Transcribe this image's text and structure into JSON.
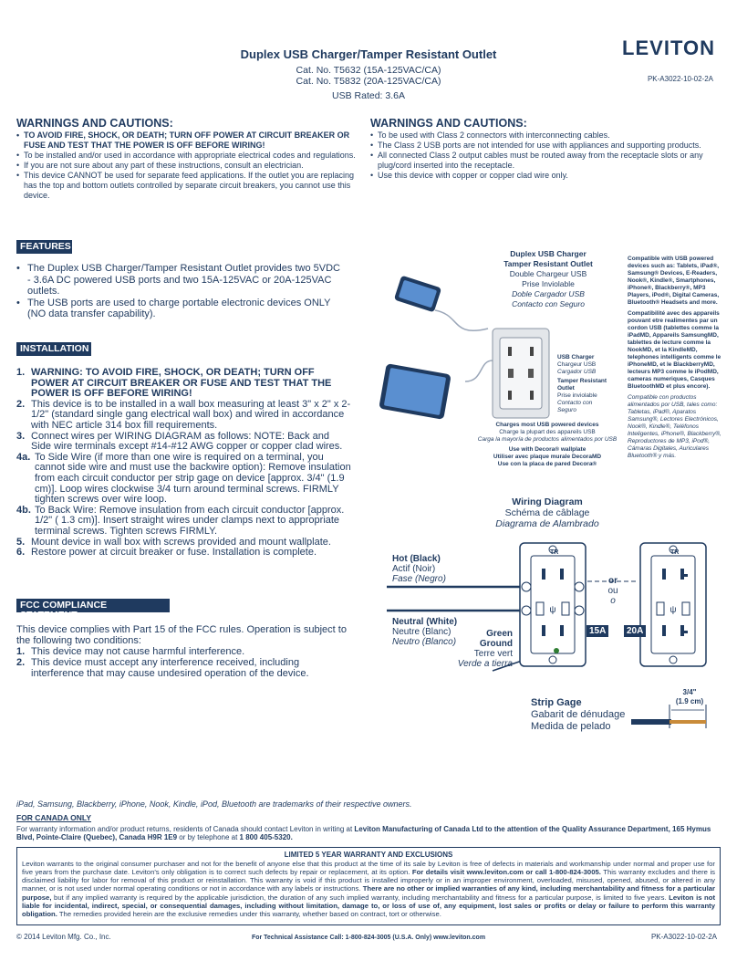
{
  "header": {
    "title": "Duplex USB Charger/Tamper Resistant Outlet",
    "cat1": "Cat. No. T5632 (15A-125VAC/CA)",
    "cat2": "Cat. No. T5832 (20A-125VAC/CA)",
    "usb_rated": "USB Rated: 3.6A",
    "logo": "LEVITON",
    "doc_code": "PK-A3022-10-02-2A"
  },
  "warnings_left": {
    "heading": "WARNINGS AND CAUTIONS",
    "items": [
      "TO AVOID FIRE, SHOCK, OR DEATH; TURN OFF POWER AT CIRCUIT BREAKER OR FUSE AND TEST THAT THE POWER IS OFF BEFORE WIRING!",
      "To be installed and/or used in accordance with appropriate electrical codes and regulations.",
      "If you are not sure about any part of these instructions, consult an electrician.",
      "This device CANNOT be used for separate feed applications. If the outlet you are replacing has the top and bottom outlets controlled by separate circuit breakers, you cannot use this device."
    ]
  },
  "warnings_right": {
    "heading": "WARNINGS AND CAUTIONS",
    "items": [
      "To be used with Class 2 connectors with interconnecting cables.",
      "The Class 2 USB ports are not intended for use with appliances and supporting products.",
      "All connected Class 2 output cables must be routed away from the receptacle slots or any plug/cord inserted into the receptacle.",
      "Use this device with copper or copper clad wire only."
    ]
  },
  "features": {
    "heading": "FEATURES",
    "items": [
      "The Duplex USB Charger/Tamper Resistant Outlet provides two 5VDC - 3.6A DC powered USB ports and two 15A-125VAC or 20A-125VAC outlets.",
      "The USB ports are used to charge portable electronic devices ONLY (NO data transfer capability)."
    ]
  },
  "installation": {
    "heading": "INSTALLATION",
    "steps": [
      {
        "n": "1.",
        "text": "WARNING: TO AVOID FIRE, SHOCK, OR DEATH; TURN OFF POWER AT CIRCUIT BREAKER OR FUSE AND TEST THAT THE POWER IS OFF BEFORE WIRING!"
      },
      {
        "n": "2.",
        "text": "This device is to be installed in a wall box measuring at least 3\" x 2\" x 2-1/2\" (standard single gang electrical wall box) and wired in accordance with NEC article 314 box fill requirements."
      },
      {
        "n": "3.",
        "text": "Connect wires per WIRING DIAGRAM as follows: NOTE: Back and Side wire terminals except #14-#12 AWG copper or copper clad wires."
      },
      {
        "n": "4a.",
        "text": "To Side Wire (if more than one wire is required on a terminal, you cannot side wire and must use the backwire option): Remove insulation from each circuit conductor per strip gage on device [approx. 3/4\" (1.9 cm)]. Loop wires clockwise 3/4 turn around terminal screws. FIRMLY tighten screws over wire loop."
      },
      {
        "n": "4b.",
        "text": "To Back Wire: Remove insulation from each circuit conductor [approx. 1/2\" ( 1.3 cm)]. Insert straight wires under clamps next to appropriate terminal screws. Tighten screws FIRMLY."
      },
      {
        "n": "5.",
        "text": "Mount device in wall box with screws provided and mount wallplate."
      },
      {
        "n": "6.",
        "text": "Restore power at circuit breaker or fuse. Installation is complete."
      }
    ]
  },
  "fcc": {
    "heading": "FCC COMPLIANCE STATEMENT",
    "intro": "This device complies with Part 15 of the FCC rules. Operation is subject to the following two conditions:",
    "items": [
      {
        "n": "1.",
        "text": "This device may not cause harmful interference."
      },
      {
        "n": "2.",
        "text": "This device must accept any interference received, including interference that may cause undesired operation of the device."
      }
    ]
  },
  "figure": {
    "title_en1": "Duplex USB Charger",
    "title_en2": "Tamper Resistant Outlet",
    "title_fr1": "Double Chargeur USB",
    "title_fr2": "Prise Inviolable",
    "title_es1": "Doble Cargador USB",
    "title_es2": "Contacto con Seguro",
    "usb_en": "USB Charger",
    "usb_fr": "Chargeur USB",
    "usb_es": "Cargador USB",
    "tr_en": "Tamper Resistant Outlet",
    "tr_fr": "Prise inviolable",
    "tr_es": "Contacto con Seguro",
    "charges_en": "Charges most USB powered devices",
    "charges_fr": "Charge la plupart des appareils USB",
    "charges_es": "Carga la mayoría de productos alimentados por USB",
    "decora_en": "Use with Decora® wallplate",
    "decora_fr": "Utiliser avec plaque murale DecoraMD",
    "decora_es": "Use con la placa de pared Decora®",
    "compat_en": "Compatible with USB powered devices such as: Tablets, iPad®, Samsung® Devices, E-Readers, Nook®, Kindle®, Smartphones, iPhone®, Blackberry®, MP3 Players, iPod®, Digital Cameras, Bluetooth® Headsets and more.",
    "compat_fr": "Compatibilité avec des appareils pouvant etre realimentes par un cordon USB (tablettes comme la iPadMD, Appareils SamsungMD, tablettes de lecture comme la NookMD, et la KindleMD, telephones intelligents comme le iPhoneMD, et le BlackberryMD, lecteurs MP3 comme le iPodMD, cameras numeriques, Casques BluetoothMD et plus encore).",
    "compat_es": "Compatible con productos alimentados por USB, tales como: Tabletas, iPad®, Aparatos Samsung®, Lectores Electrónicos, Nook®, Kindle®, Teléfonos Inteligentes, iPhone®, Blackberry®, Reproductores de MP3, iPod®, Cámaras Digitales, Auriculares Bluetooth® y más."
  },
  "wiring": {
    "title_en": "Wiring Diagram",
    "title_fr": "Schéma de câblage",
    "title_es": "Diagrama de Alambrado",
    "hot_en": "Hot (Black)",
    "hot_fr": "Actif (Noir)",
    "hot_es": "Fase (Negro)",
    "neutral_en": "Neutral (White)",
    "neutral_fr": "Neutre (Blanc)",
    "neutral_es": "Neutro (Blanco)",
    "green_en1": "Green",
    "green_en2": "Ground",
    "green_fr": "Terre vert",
    "green_es": "Verde a tierra",
    "or_en": "or",
    "or_fr": "ou",
    "or_es": "o",
    "badge_15": "15A",
    "badge_20": "20A",
    "tr_mark": "TR",
    "strip_en": "Strip Gage",
    "strip_fr": "Gabarit de dénudage",
    "strip_es": "Medida de pelado",
    "strip_len1": "3/4\"",
    "strip_len2": "(1.9 cm)"
  },
  "trademarks": "iPad, Samsung, Blackberry, iPhone, Nook, Kindle, iPod, Bluetooth are trademarks of their respective owners.",
  "canada": {
    "heading": "FOR CANADA ONLY",
    "text_a": "For warranty information and/or product returns, residents of Canada should contact Leviton in writing at ",
    "text_b": "Leviton Manufacturing of Canada Ltd to the attention of the Quality Assurance Department, 165 Hymus Blvd, Pointe-Claire (Quebec), Canada H9R 1E9",
    "text_c": " or by telephone at ",
    "phone": "1 800 405-5320."
  },
  "warranty": {
    "heading": "LIMITED 5 YEAR WARRANTY AND EXCLUSIONS",
    "text_a": "Leviton warrants to the original consumer purchaser and not for the benefit of anyone else that this product at the time of its sale by Leviton is free of defects in materials and workmanship under normal and proper use for five years from the purchase date. Leviton's only obligation is to correct such defects by repair or replacement, at its option. ",
    "text_b": "For details visit www.leviton.com or call 1-800-824-3005.",
    "text_c": " This warranty excludes and there is disclaimed liability for labor for removal of this product or reinstallation. This warranty is void if this product is installed improperly or in an improper environment, overloaded, misused, opened, abused, or altered in any manner, or is not used under normal operating conditions or not in accordance with any labels or instructions. ",
    "text_d": "There are no other or implied warranties of any kind, including merchantability and fitness for a particular purpose,",
    "text_e": " but if any implied warranty is required by the applicable jurisdiction, the duration of any such implied warranty, including merchantability and fitness for a particular purpose, is limited to five years. ",
    "text_f": "Leviton is not liable for incidental, indirect, special, or consequential damages, including without limitation, damage to, or loss of use of, any equipment, lost sales or profits or delay or failure to perform this warranty obligation.",
    "text_g": " The remedies provided herein are the exclusive remedies under this warranty, whether based on contract, tort or otherwise."
  },
  "footer": {
    "copyright": "© 2014 Leviton Mfg. Co., Inc.",
    "tech": "For Technical Assistance Call: 1-800-824-3005 (U.S.A. Only) www.leviton.com",
    "code": "PK-A3022-10-02-2A"
  },
  "colors": {
    "navy": "#1f3a5f",
    "badge": "#1f3a5f"
  }
}
